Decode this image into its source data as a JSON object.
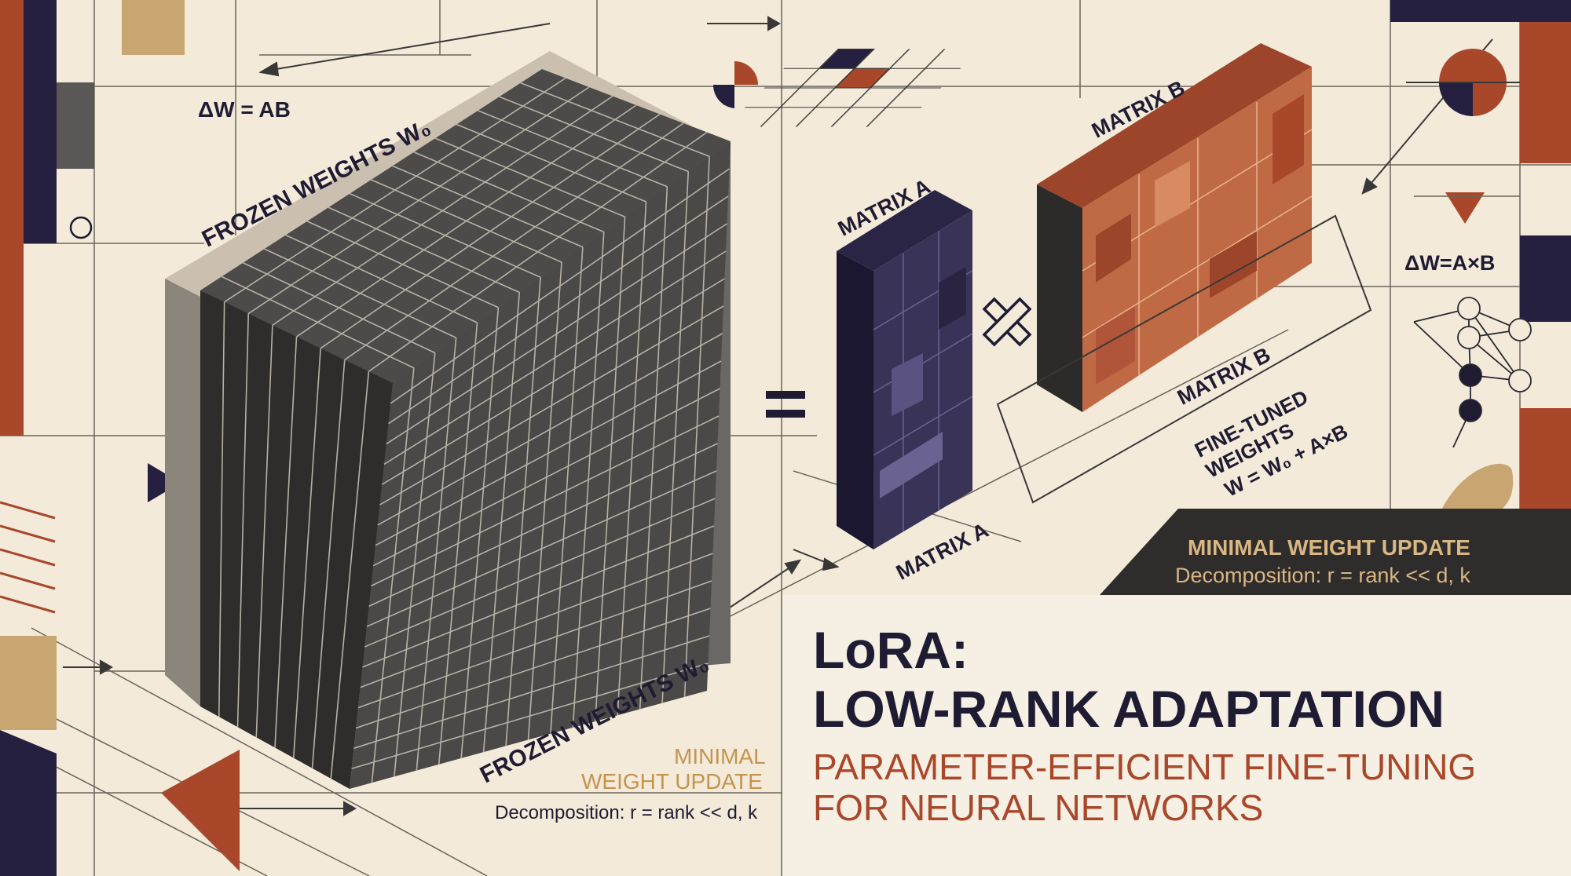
{
  "colors": {
    "background": "#f3ead9",
    "navy": "#25203f",
    "rust": "#a9472a",
    "tan": "#c9a571",
    "dark_gray": "#3a3836",
    "matrix_b_fill": "#c06a45",
    "line": "#5a5550"
  },
  "labels": {
    "delta_top": "ΔW = AB",
    "frozen_top": "FROZEN WEIGHTS W₀",
    "frozen_bottom": "FROZEN WEIGHTS W₀",
    "matrix_a_top": "MATRIX A",
    "matrix_a_bottom": "MATRIX A",
    "matrix_b_top": "MATRIX B",
    "matrix_b_bottom": "MATRIX B",
    "equals": "=",
    "times": "×",
    "delta_right": "ΔW=A×B",
    "fine_tuned_line1": "FINE-TUNED",
    "fine_tuned_line2": "WEIGHTS",
    "fine_tuned_line3": "W = W₀ + A×B"
  },
  "banner": {
    "title": "MINIMAL WEIGHT UPDATE",
    "subtitle": "Decomposition: r = rank << d, k"
  },
  "left_note": {
    "line1": "MINIMAL",
    "line2": "WEIGHT UPDATE",
    "line3": "Decomposition: r = rank << d, k"
  },
  "headline": {
    "line1": "LoRA:",
    "line2": "LOW-RANK ADAPTATION",
    "line3": "PARAMETER-EFFICIENT FINE-TUNING",
    "line4": "FOR NEURAL NETWORKS"
  }
}
